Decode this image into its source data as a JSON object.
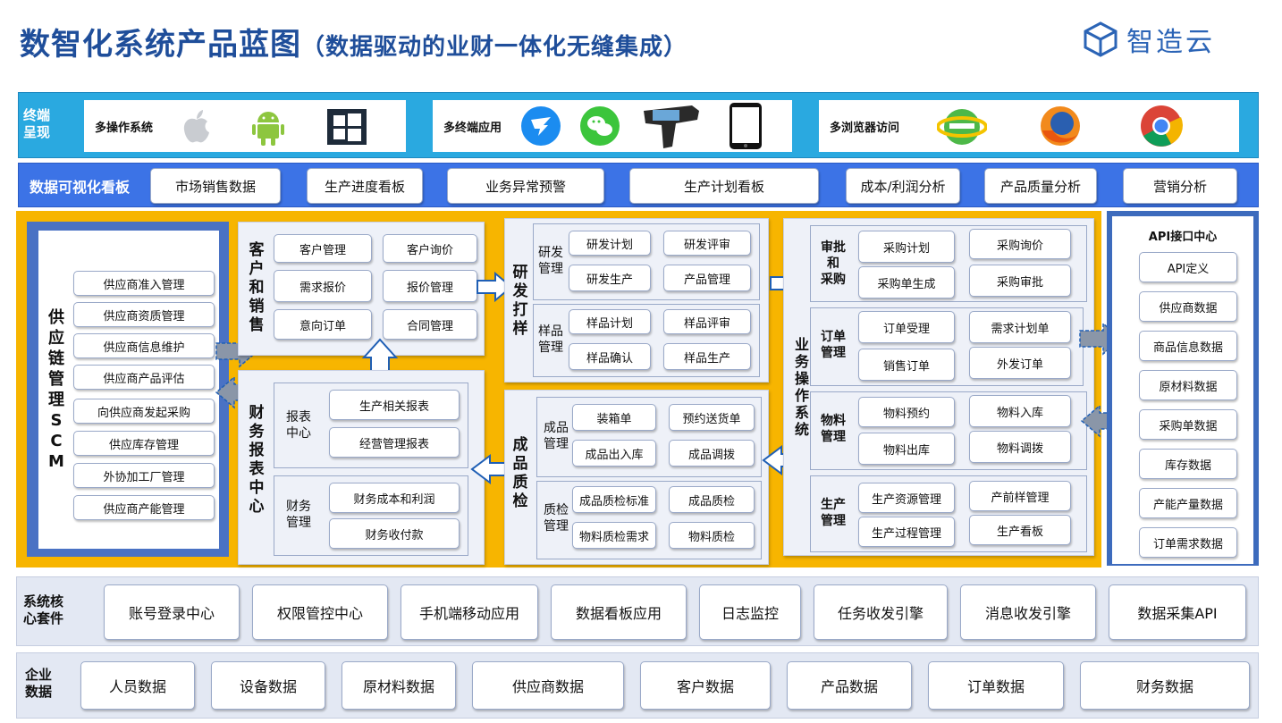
{
  "title": {
    "main": "数智化系统产品蓝图",
    "sub": "（数据驱动的业财一体化无缝集成）"
  },
  "logo": {
    "text": "智造云",
    "icon": "cube-logo-icon"
  },
  "terminal": {
    "label": "终端\n呈现",
    "groups": [
      {
        "label": "多操作系统",
        "icons": [
          "apple-icon",
          "android-icon",
          "windows-icon"
        ]
      },
      {
        "label": "多终端应用",
        "icons": [
          "dingtalk-icon",
          "wechat-icon",
          "handheld-scanner-icon",
          "smartphone-icon"
        ]
      },
      {
        "label": "多浏览器访问",
        "icons": [
          "ie-browser-icon",
          "firefox-icon",
          "chrome-icon"
        ]
      }
    ]
  },
  "dashboard": {
    "label": "数据可视化看板",
    "items": [
      "市场销售数据",
      "生产进度看板",
      "业务异常预警",
      "生产计划看板",
      "成本/利润分析",
      "产品质量分析",
      "营销分析"
    ]
  },
  "scm": {
    "label": "供\n应\n链\n管\n理\nS\nC\nM",
    "items": [
      "供应商准入管理",
      "供应商资质管理",
      "供应商信息维护",
      "供应商产品评估",
      "向供应商发起采购",
      "供应库存管理",
      "外协加工厂管理",
      "供应商产能管理"
    ]
  },
  "crm": {
    "label": "客\n户\n和\n销\n售",
    "items": [
      "客户管理",
      "客户询价",
      "需求报价",
      "报价管理",
      "意向订单",
      "合同管理"
    ]
  },
  "finance": {
    "label": "财\n务\n报\n表\n中\n心",
    "groups": [
      {
        "label": "报表\n中心",
        "items": [
          "生产相关报表",
          "经营管理报表"
        ]
      },
      {
        "label": "财务\n管理",
        "items": [
          "财务成本和利润",
          "财务收付款"
        ]
      }
    ]
  },
  "rd": {
    "label": "研\n发\n打\n样",
    "groups": [
      {
        "label": "研发\n管理",
        "items": [
          "研发计划",
          "研发评审",
          "研发生产",
          "产品管理"
        ]
      },
      {
        "label": "样品\n管理",
        "items": [
          "样品计划",
          "样品评审",
          "样品确认",
          "样品生产"
        ]
      }
    ]
  },
  "qc": {
    "label": "成\n品\n质\n检",
    "groups": [
      {
        "label": "成品\n管理",
        "items": [
          "装箱单",
          "预约送货单",
          "成品出入库",
          "成品调拨"
        ]
      },
      {
        "label": "质检\n管理",
        "items": [
          "成品质检标准",
          "成品质检",
          "物料质检需求",
          "物料质检"
        ]
      }
    ]
  },
  "ops": {
    "label": "业\n务\n操\n作\n系\n统",
    "groups": [
      {
        "label": "审批\n和\n采购",
        "items": [
          "采购计划",
          "采购询价",
          "采购单生成",
          "采购审批"
        ]
      },
      {
        "label": "订单\n管理",
        "items": [
          "订单受理",
          "需求计划单",
          "销售订单",
          "外发订单"
        ]
      },
      {
        "label": "物料\n管理",
        "items": [
          "物料预约",
          "物料入库",
          "物料出库",
          "物料调拨"
        ]
      },
      {
        "label": "生产\n管理",
        "items": [
          "生产资源管理",
          "产前样管理",
          "生产过程管理",
          "生产看板"
        ]
      }
    ]
  },
  "api": {
    "label": "API接口中心",
    "items": [
      "API定义",
      "供应商数据",
      "商品信息数据",
      "原材料数据",
      "采购单数据",
      "库存数据",
      "产能产量数据",
      "订单需求数据"
    ]
  },
  "core": {
    "label": "系统核\n心套件",
    "items": [
      "账号登录中心",
      "权限管控中心",
      "手机端移动应用",
      "数据看板应用",
      "日志监控",
      "任务收发引擎",
      "消息收发引擎",
      "数据采集API"
    ]
  },
  "enterprise": {
    "label": "企业\n数据",
    "items": [
      "人员数据",
      "设备数据",
      "原材料数据",
      "供应商数据",
      "客户数据",
      "产品数据",
      "订单数据",
      "财务数据"
    ]
  },
  "colors": {
    "title": "#1f4e9a",
    "terminal_band": "#2aa9e0",
    "dashboard_band": "#3c73e6",
    "core_area": "#f7b500",
    "scm_frame": "#4a72c4",
    "arrow_fill": "#ffffff",
    "arrow_stroke": "#1f5fb5",
    "gray_arrow": "#8a96a8"
  }
}
